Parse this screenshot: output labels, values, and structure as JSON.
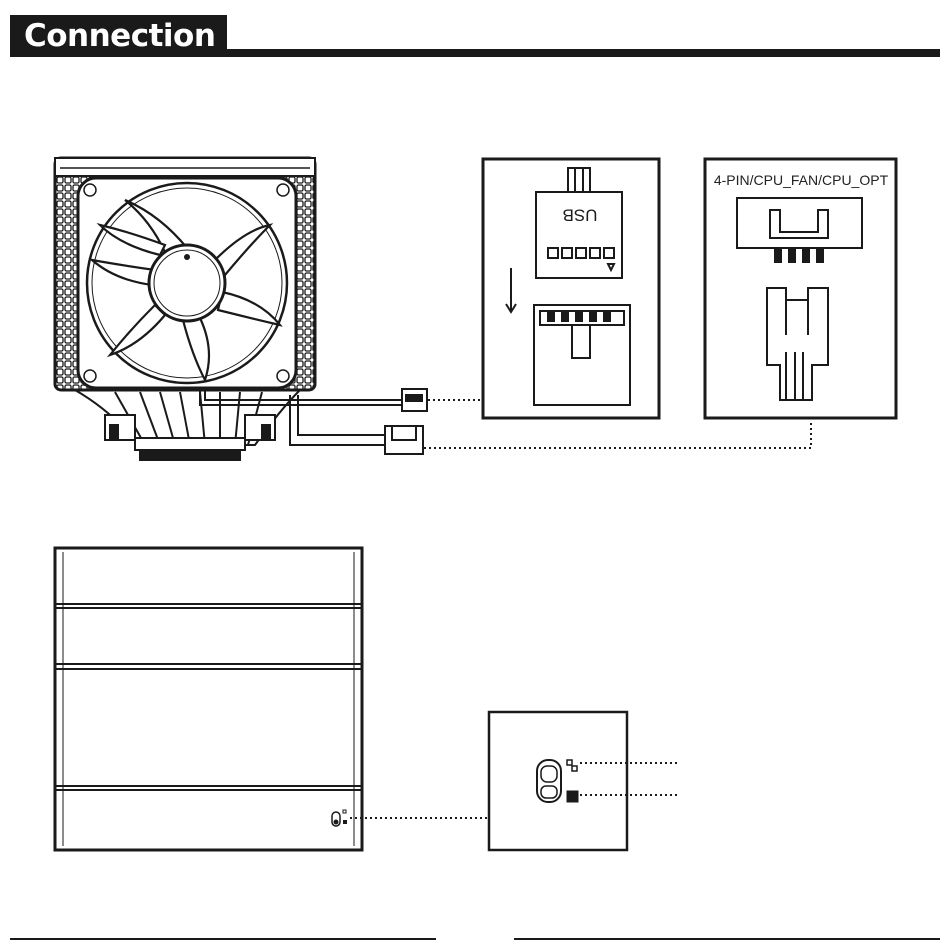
{
  "header": {
    "title": "Connection"
  },
  "connector_panel_right": {
    "label": "4-PIN/CPU_FAN/CPU_OPT"
  },
  "usb_panel": {
    "connector_label": "USB"
  },
  "colors": {
    "ink": "#1a1a1a",
    "background": "#ffffff"
  }
}
